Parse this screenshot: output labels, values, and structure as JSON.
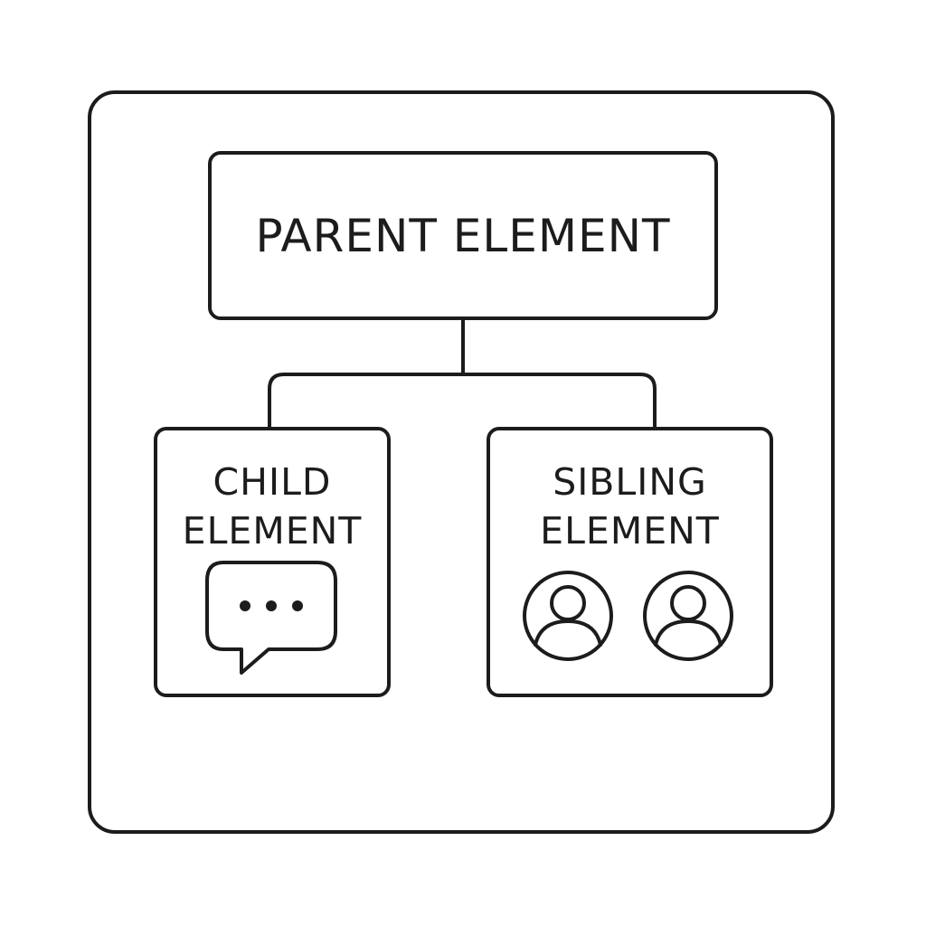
{
  "diagram": {
    "parent": {
      "label": "PARENT ELEMENT"
    },
    "child": {
      "label_line1": "CHILD",
      "label_line2": "ELEMENT",
      "icon": "chat-bubble-ellipsis-icon"
    },
    "sibling": {
      "label_line1": "SIBLING",
      "label_line2": "ELEMENT",
      "icons": [
        "user-avatar-icon",
        "user-avatar-icon"
      ]
    },
    "colors": {
      "stroke": "#1c1c1c",
      "background": "#ffffff"
    }
  }
}
